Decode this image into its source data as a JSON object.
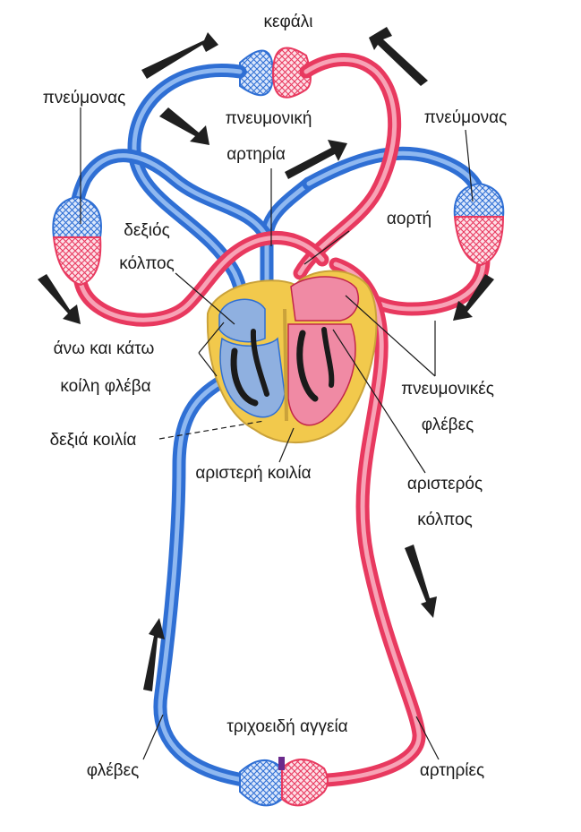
{
  "labels": {
    "head": "κεφάλι",
    "lung_left": "πνεύμονας",
    "lung_right": "πνεύμονας",
    "pulmonary_artery_1": "πνευμονική",
    "pulmonary_artery_2": "αρτηρία",
    "aorta": "αορτή",
    "right_atrium_1": "δεξιός",
    "right_atrium_2": "κόλπος",
    "vena_cava_1": "άνω και κάτω",
    "vena_cava_2": "κοίλη φλέβα",
    "right_ventricle": "δεξιά κοιλία",
    "left_ventricle": "αριστερή κοιλία",
    "pulmonary_veins_1": "πνευμονικές",
    "pulmonary_veins_2": "φλέβες",
    "left_atrium_1": "αριστερός",
    "left_atrium_2": "κόλπος",
    "capillaries": "τριχοειδή αγγεία",
    "veins": "φλέβες",
    "arteries": "αρτηρίες"
  },
  "colors": {
    "venous": "#2f6fd4",
    "arterial": "#e8395f",
    "heart_wall": "#f2c94c"
  }
}
